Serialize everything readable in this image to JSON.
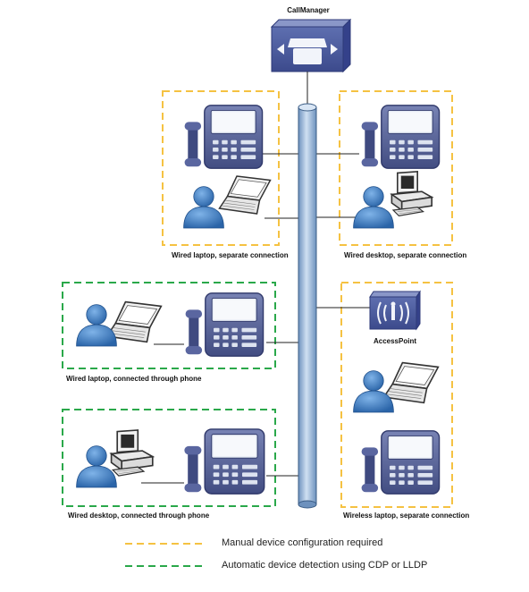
{
  "title": "CallManager",
  "groups": [
    {
      "id": "g1",
      "label": "Wired laptop, separate connection",
      "border": "manual"
    },
    {
      "id": "g2",
      "label": "Wired desktop, separate connection",
      "border": "manual"
    },
    {
      "id": "g3",
      "label": "Wired laptop, connected through phone",
      "border": "auto"
    },
    {
      "id": "g4",
      "label": "Wireless laptop, separate connection",
      "border": "manual"
    },
    {
      "id": "g5",
      "label": "Wired desktop, connected through phone",
      "border": "auto"
    }
  ],
  "access_point": {
    "label": "AccessPoint"
  },
  "legend": {
    "manual": "Manual device configuration required",
    "auto": "Automatic device detection using CDP or LLDP"
  },
  "colors": {
    "manual": "#f5c242",
    "auto": "#2aa84a",
    "device_blue": "#4f5b93",
    "bus": "#8fb1d6",
    "person": "#2f6db3"
  }
}
